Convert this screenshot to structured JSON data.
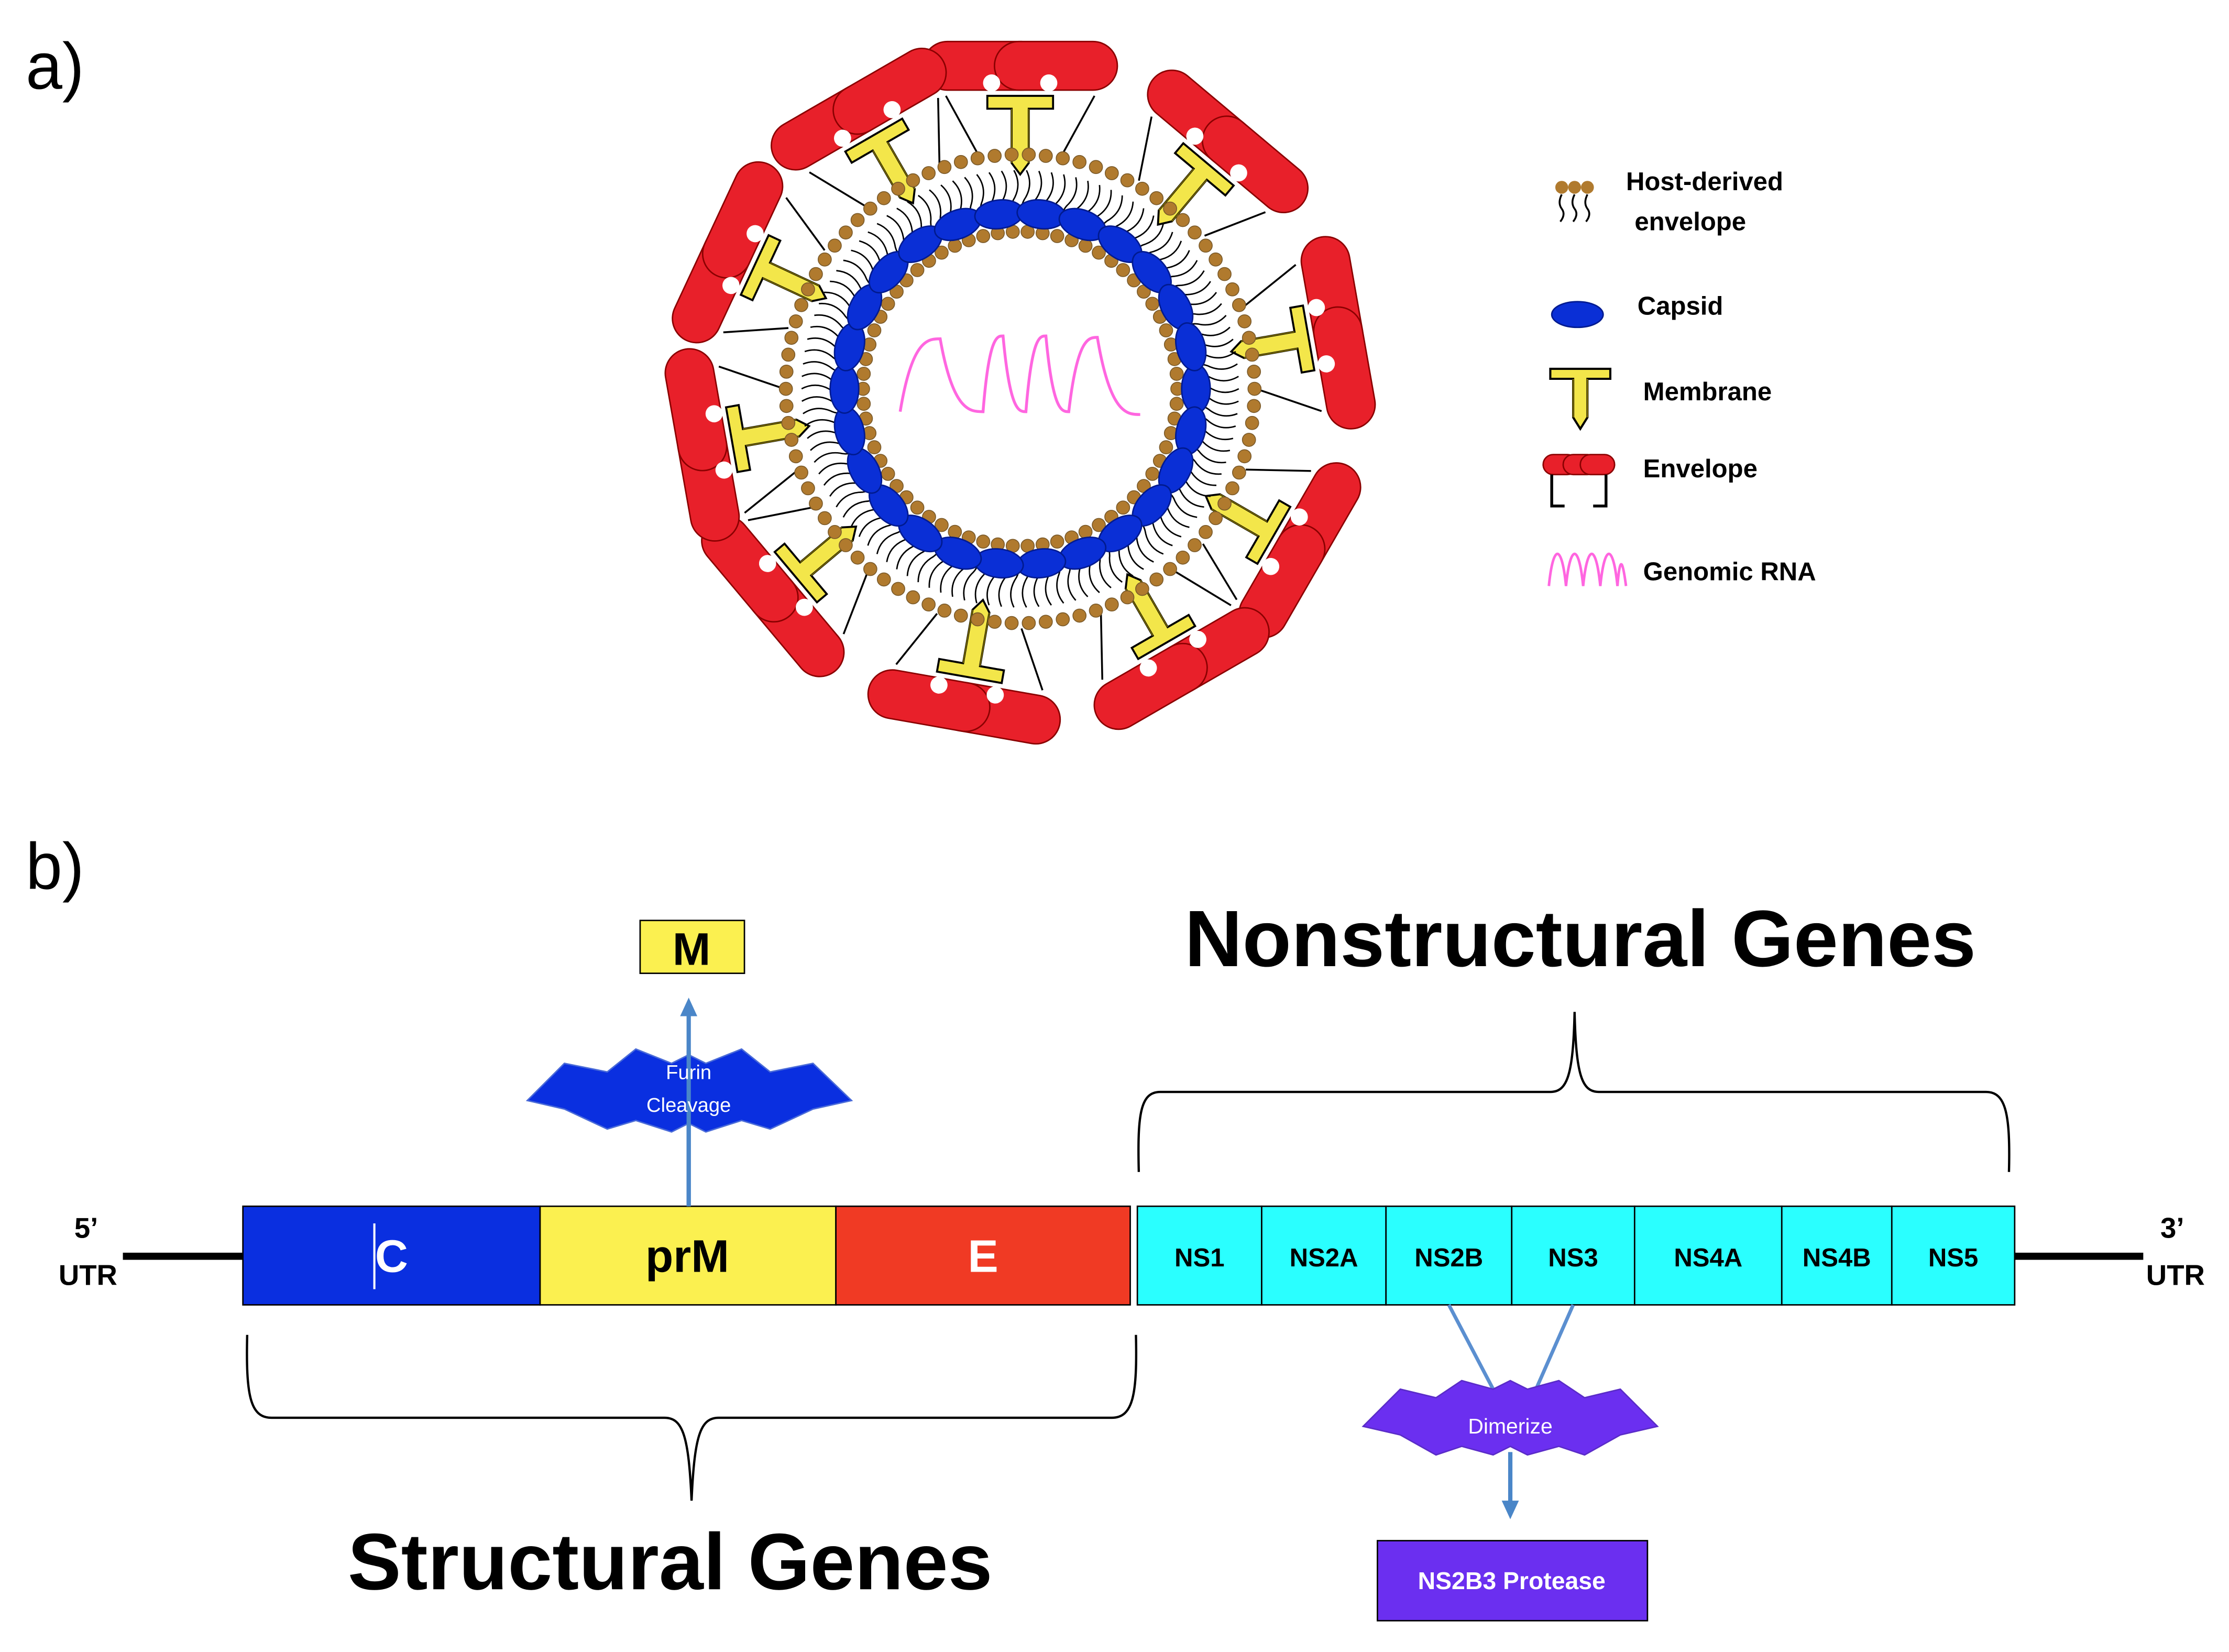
{
  "panel_a": {
    "label": "a)",
    "legend": [
      {
        "key": "host-envelope",
        "lines": [
          "Host-derived",
          "envelope"
        ]
      },
      {
        "key": "capsid",
        "lines": [
          "Capsid"
        ]
      },
      {
        "key": "membrane",
        "lines": [
          "Membrane"
        ]
      },
      {
        "key": "envelope",
        "lines": [
          "Envelope"
        ]
      },
      {
        "key": "rna",
        "lines": [
          "Genomic RNA"
        ]
      }
    ],
    "colors": {
      "capsid": "#0a2fd6",
      "envelope_protein": "#e8202a",
      "membrane_protein": "#f3e64a",
      "lipid_head": "#b07a2e",
      "rna": "#ff66e0"
    },
    "icons": [
      "lipid-bilayer-icon",
      "capsid-icon",
      "membrane-protein-icon",
      "envelope-protein-icon",
      "rna-wave-icon"
    ]
  },
  "panel_b": {
    "label": "b)",
    "five_prime": [
      "5’",
      "UTR"
    ],
    "three_prime": [
      "3’",
      "UTR"
    ],
    "structural_genes": [
      {
        "name": "C",
        "color": "#0a2fe0",
        "text_color": "#ffffff"
      },
      {
        "name": "prM",
        "color": "#fbf050",
        "text_color": "#000000"
      },
      {
        "name": "E",
        "color": "#f03a24",
        "text_color": "#ffffff"
      }
    ],
    "nonstructural_genes": [
      "NS1",
      "NS2A",
      "NS2B",
      "NS3",
      "NS4A",
      "NS4B",
      "NS5"
    ],
    "nonstructural_color": "#2affff",
    "structural_title": "Structural Genes",
    "nonstructural_title": "Nonstructural Genes",
    "furin": {
      "lines": [
        "Furin",
        "Cleavage"
      ],
      "color": "#0a2fe0"
    },
    "m_product": {
      "label": "M",
      "color": "#fbf050"
    },
    "dimerize": {
      "label": "Dimerize",
      "color": "#6b2ff0"
    },
    "protease": {
      "label": "NS2B3 Protease",
      "color": "#6b2ff0"
    }
  }
}
